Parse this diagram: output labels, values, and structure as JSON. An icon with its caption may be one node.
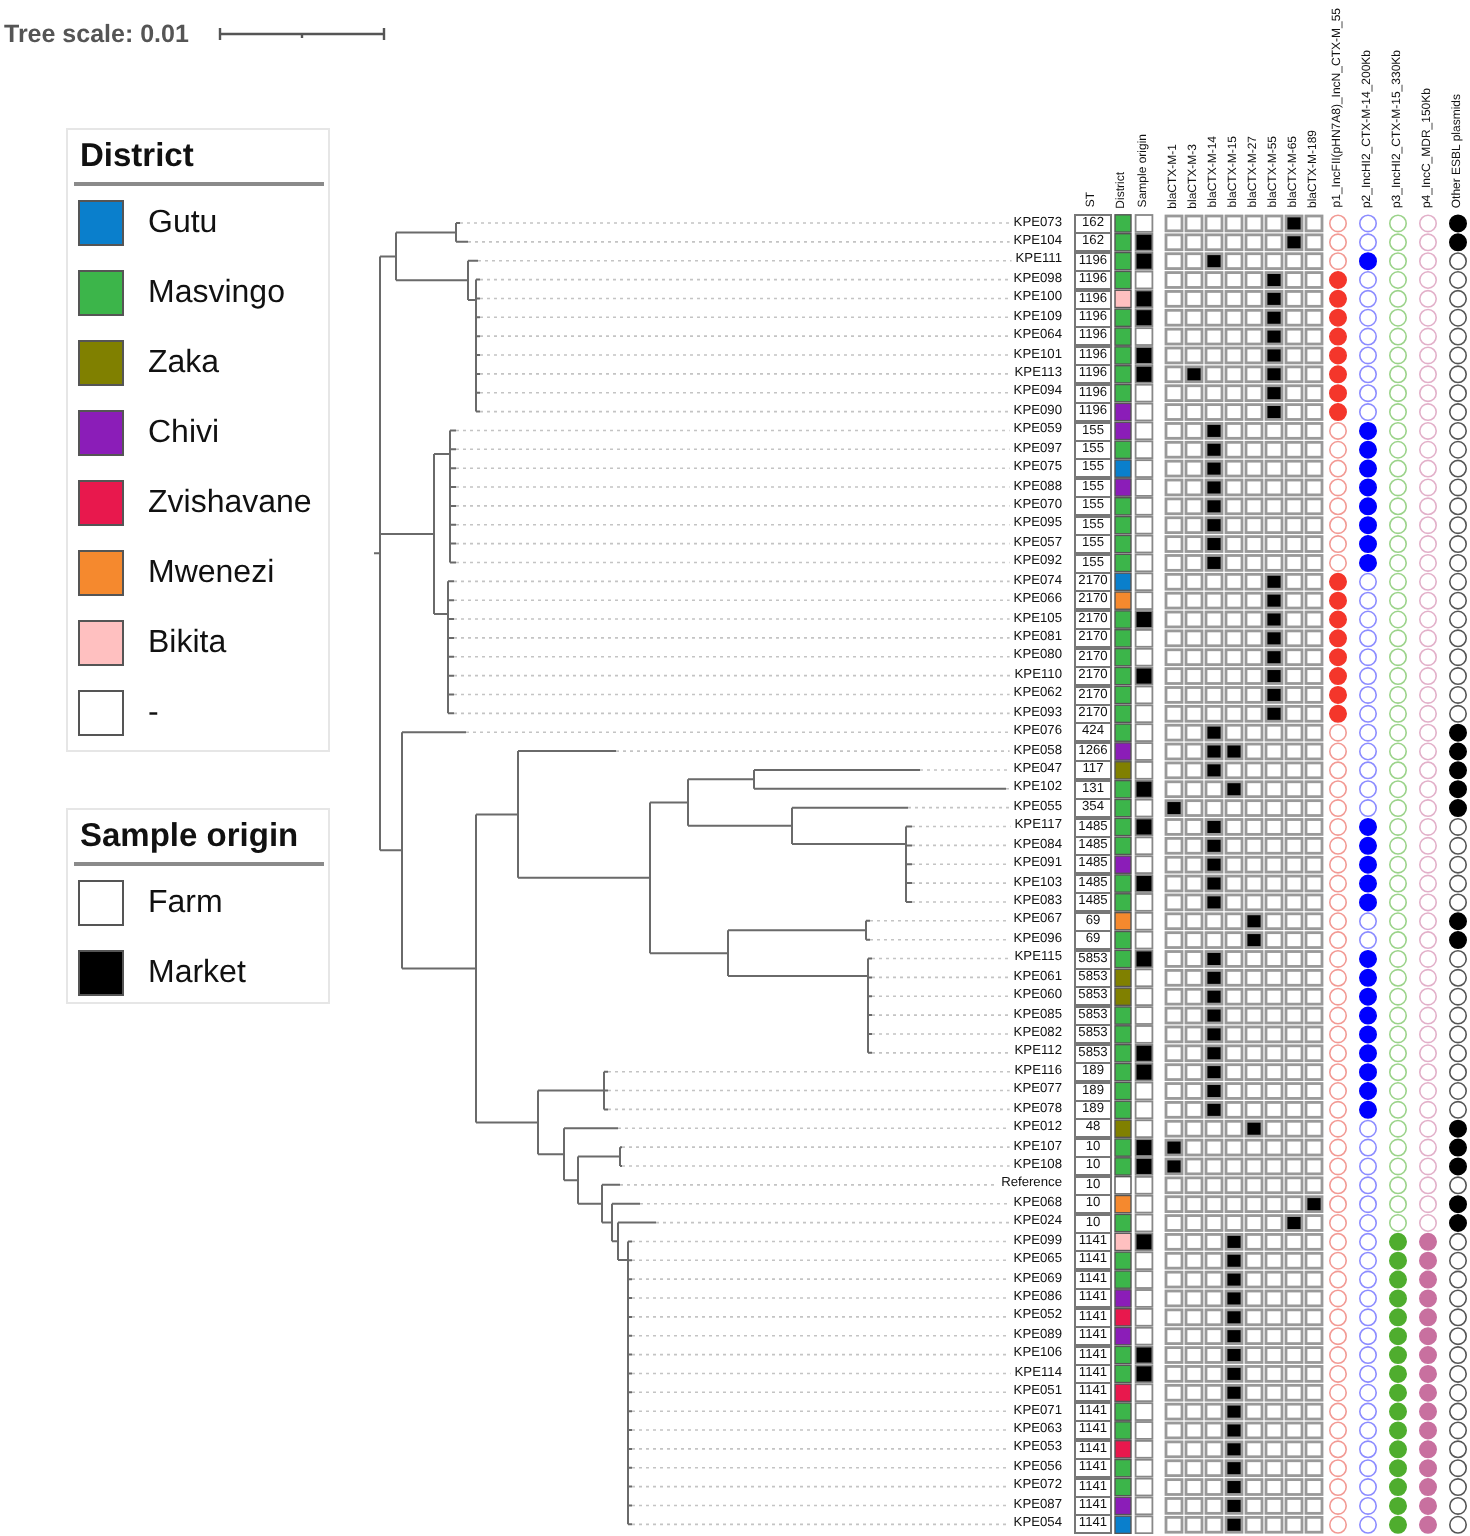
{
  "diagram": {
    "labels": [
      "Tree scale: 0.01",
      "ST",
      "District",
      "Sample origin",
      "blaCTX-M-1",
      "blaCTX-M-3",
      "blaCTX-M-14",
      "blaCTX-M-15",
      "blaCTX-M-27",
      "blaCTX-M-55",
      "blaCTX-M-65",
      "blaCTX-M-189",
      "p1_IncFII(pHN7A8)_IncN_CTX-M_55",
      "p2_IncHI2_CTX-M-14_200Kb",
      "p3_IncHI2_CTX-M-15_330Kb",
      "p4_IncC_MDR_150Kb",
      "Other ESBL plasmids",
      "District",
      "Sample origin",
      "KPE073",
      "162",
      "KPE104",
      "162",
      "KPE111",
      "1196",
      "KPE098",
      "1196",
      "KPE100",
      "1196",
      "KPE109",
      "1196",
      "KPE064",
      "1196",
      "KPE101",
      "1196",
      "KPE113",
      "1196",
      "KPE094",
      "1196",
      "KPE090",
      "1196",
      "KPE059",
      "155",
      "KPE097",
      "155",
      "KPE075",
      "155",
      "KPE088",
      "155",
      "KPE070",
      "155",
      "KPE095",
      "155",
      "KPE057",
      "155",
      "KPE092",
      "155",
      "KPE074",
      "2170",
      "KPE066",
      "2170",
      "KPE105",
      "2170",
      "KPE081",
      "2170",
      "KPE080",
      "2170",
      "KPE110",
      "2170",
      "KPE062",
      "2170",
      "KPE093",
      "2170",
      "KPE076",
      "424",
      "KPE058",
      "1266",
      "KPE047",
      "117",
      "KPE102",
      "131",
      "KPE055",
      "354",
      "KPE117",
      "1485",
      "KPE084",
      "1485",
      "KPE091",
      "1485",
      "KPE103",
      "1485",
      "KPE083",
      "1485",
      "KPE067",
      "69",
      "KPE096",
      "69",
      "KPE115",
      "5853",
      "KPE061",
      "5853",
      "KPE060",
      "5853",
      "KPE085",
      "5853",
      "KPE082",
      "5853",
      "KPE112",
      "5853",
      "KPE116",
      "189",
      "KPE077",
      "189",
      "KPE078",
      "189",
      "KPE012",
      "48",
      "KPE107",
      "10",
      "KPE108",
      "10",
      "Reference",
      "10",
      "KPE068",
      "10",
      "KPE024",
      "10",
      "KPE099",
      "1141",
      "KPE065",
      "1141",
      "KPE069",
      "1141",
      "KPE086",
      "1141",
      "KPE052",
      "1141",
      "KPE089",
      "1141",
      "KPE106",
      "1141",
      "KPE114",
      "1141",
      "KPE051",
      "1141",
      "KPE071",
      "1141",
      "KPE063",
      "1141",
      "KPE053",
      "1141",
      "KPE056",
      "1141",
      "KPE072",
      "1141",
      "KPE087",
      "1141",
      "KPE054",
      "1141"
    ],
    "legend": [
      {
        "text": "Gutu",
        "color": "#0a7fcc"
      },
      {
        "text": "Masvingo",
        "color": "#3cb54a"
      },
      {
        "text": "Zaka",
        "color": "#808000"
      },
      {
        "text": "Chivi",
        "color": "#8b1db8"
      },
      {
        "text": "Zvishavane",
        "color": "#e8184d"
      },
      {
        "text": "Mwenezi",
        "color": "#f5892e"
      },
      {
        "text": "Bikita",
        "color": "#ffc0c0"
      },
      {
        "text": "-",
        "color": "#ffffff"
      },
      {
        "text": "Farm",
        "color": "#ffffff"
      },
      {
        "text": "Market",
        "color": "#000000"
      }
    ]
  }
}
